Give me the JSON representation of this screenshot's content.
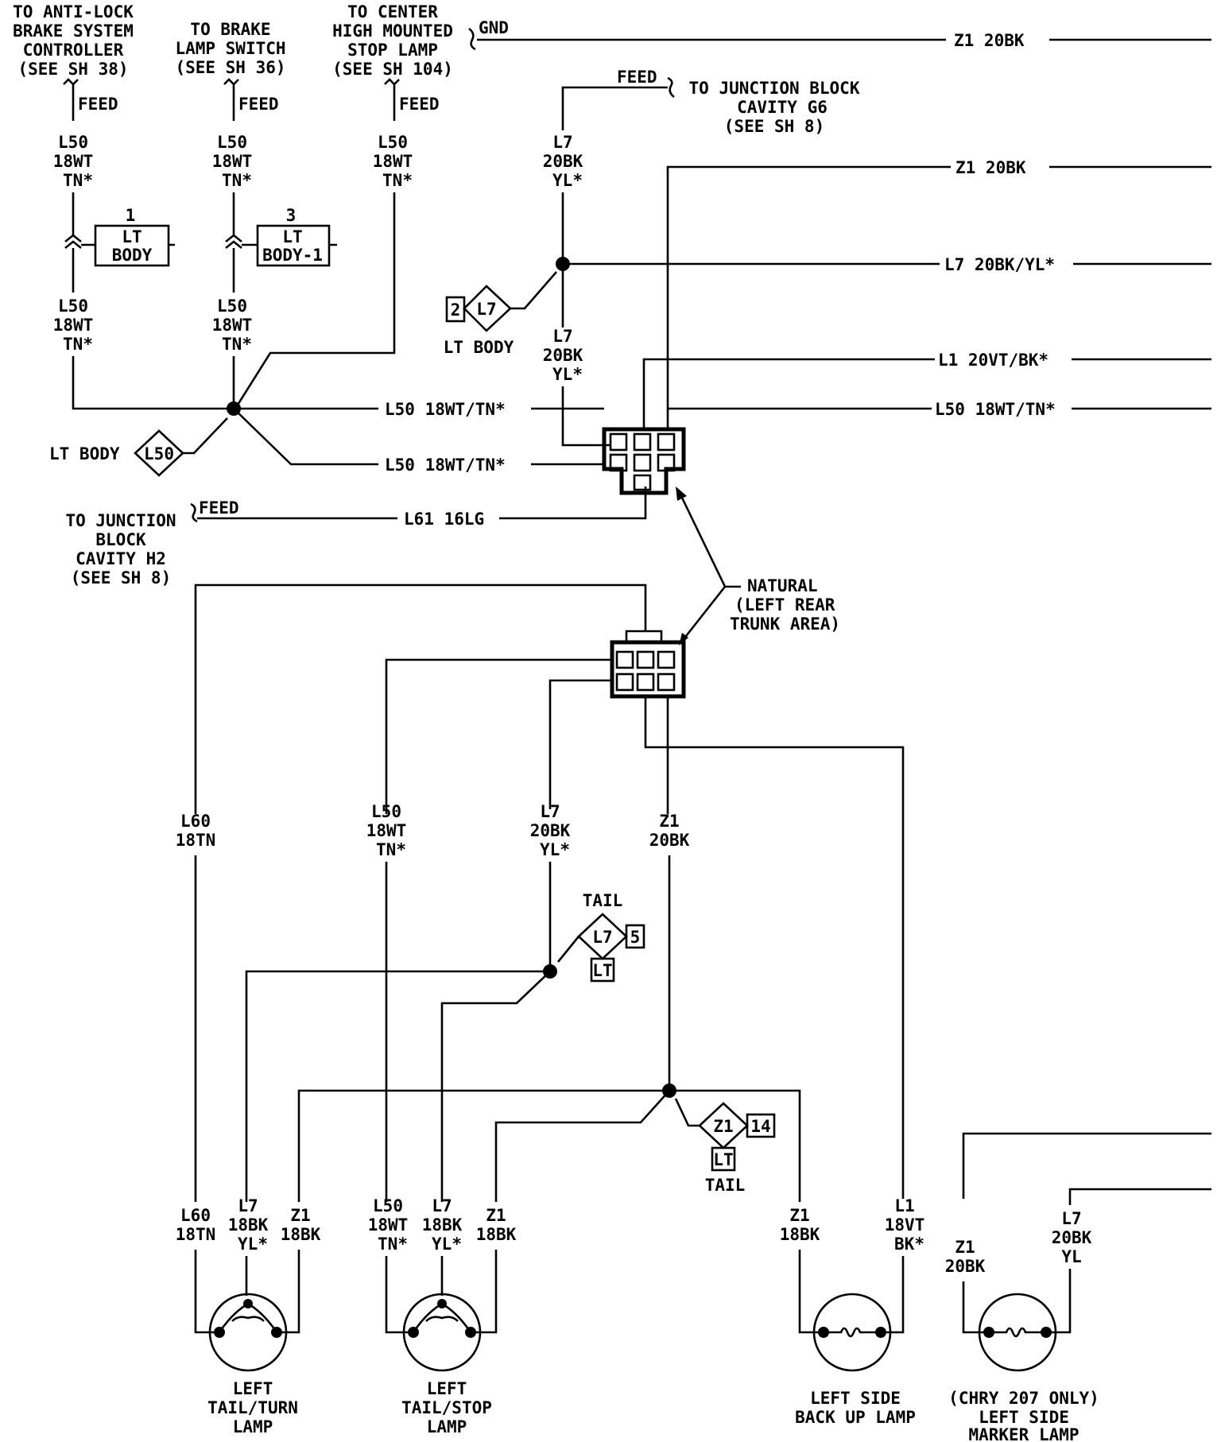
{
  "top_references": {
    "abs": [
      "TO ANTI-LOCK",
      "BRAKE SYSTEM",
      "CONTROLLER",
      "(SEE SH 38)"
    ],
    "brake": [
      "TO BRAKE",
      "LAMP SWITCH",
      "(SEE SH 36)"
    ],
    "chmsl": [
      "TO CENTER",
      "HIGH MOUNTED",
      "STOP LAMP",
      "(SEE SH 104)"
    ],
    "jb_g6": [
      "TO JUNCTION BLOCK",
      "CAVITY G6",
      "(SEE SH 8)"
    ],
    "jb_h2": [
      "TO JUNCTION",
      "BLOCK",
      "CAVITY H2",
      "(SEE SH 8)"
    ]
  },
  "feed_label": "FEED",
  "gnd_label": "GND",
  "wires": {
    "l50": [
      "L50",
      "18WT",
      "TN*"
    ],
    "l7_bk_yl": [
      "L7",
      "20BK",
      "YL*"
    ],
    "l60": [
      "L60",
      "18TN"
    ],
    "z1_20": [
      "Z1",
      "20BK"
    ],
    "lamp1": [
      [
        "L60",
        "18TN"
      ],
      [
        "L7",
        "18BK",
        "YL*"
      ],
      [
        "Z1",
        "18BK"
      ]
    ],
    "lamp2": [
      [
        "L50",
        "18WT",
        "TN*"
      ],
      [
        "L7",
        "18BK",
        "YL*"
      ],
      [
        "Z1",
        "18BK"
      ]
    ],
    "backup": [
      [
        "Z1",
        "18BK"
      ],
      [
        "L1",
        "18VT",
        "BK*"
      ]
    ],
    "marker": [
      [
        "Z1",
        "20BK"
      ],
      [
        "L7",
        "20BK",
        "YL"
      ]
    ]
  },
  "right_edge_wires": [
    "Z1 20BK",
    "Z1 20BK",
    "L7 20BK/YL*",
    "L1 20VT/BK*",
    "L50 18WT/TN*"
  ],
  "horizontal_wire_labels": {
    "l50_mid": "L50 18WT/TN*",
    "l50_low": "L50 18WT/TN*",
    "l61": "L61 16LG"
  },
  "connectors": {
    "c1": {
      "pin": "1",
      "line1": "LT",
      "line2": "BODY"
    },
    "c3": {
      "pin": "3",
      "line1": "LT",
      "line2": "BODY-1"
    }
  },
  "splices": {
    "lt_body_label": "LT BODY",
    "lt_body_l7": {
      "num": "2",
      "code": "L7",
      "label": "LT BODY"
    },
    "lt_body_l50": {
      "code": "L50"
    },
    "tail_l7": {
      "title": "TAIL",
      "code": "L7",
      "num": "5",
      "sub": "LT"
    },
    "tail_z1": {
      "title": "TAIL",
      "code": "Z1",
      "num": "14",
      "sub": "LT"
    }
  },
  "natural_label": [
    "NATURAL",
    "(LEFT REAR",
    "TRUNK AREA)"
  ],
  "lamps": {
    "tail_turn": [
      "LEFT",
      "TAIL/TURN",
      "LAMP"
    ],
    "tail_stop": [
      "LEFT",
      "TAIL/STOP",
      "LAMP"
    ],
    "backup": [
      "LEFT SIDE",
      "BACK UP LAMP"
    ],
    "marker": [
      "(CHRY 207 ONLY)",
      "LEFT SIDE",
      "MARKER LAMP"
    ]
  }
}
